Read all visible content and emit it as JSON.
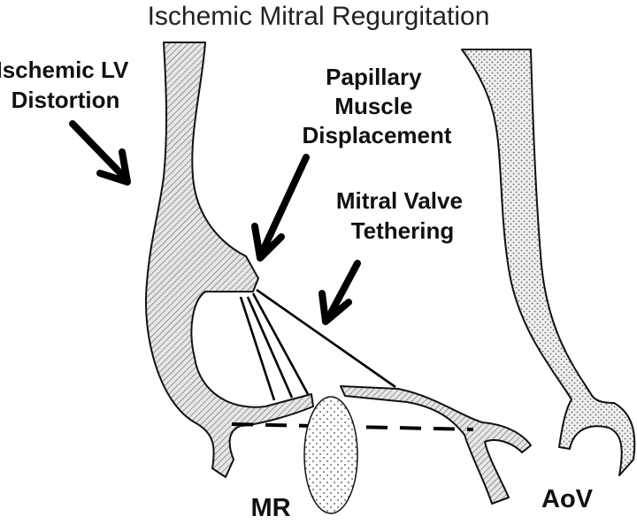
{
  "title": "Ischemic Mitral Regurgitation",
  "labels": {
    "lv_distortion": [
      "Ischemic LV",
      "Distortion"
    ],
    "papillary": [
      "Papillary",
      "Muscle",
      "Displacement"
    ],
    "tethering": [
      "Mitral Valve",
      "Tethering"
    ],
    "mr": "MR",
    "aov": "AoV"
  },
  "colors": {
    "tissue_fill": "#e6e6e6",
    "hatch": "#555555",
    "dots": "#666666",
    "aorta_fill": "#efefef",
    "outline": "#111111"
  }
}
